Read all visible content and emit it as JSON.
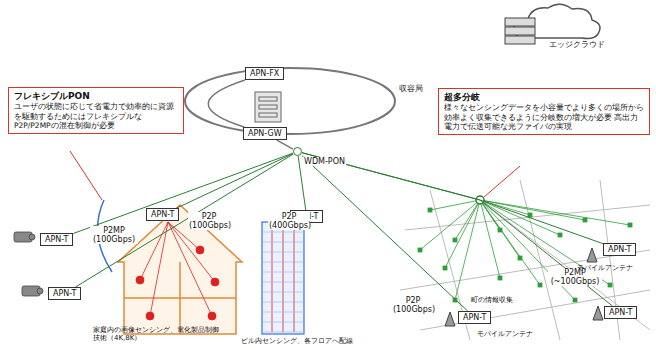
{
  "diagram": {
    "nodes": [
      {
        "text": [
          "フレキシブルPON",
          "ユーザの状態に応じて省電力で効率的に資源を駆動するためにはフレキシブルなP2P/P2MPの混在制御が必要"
        ]
      },
      {
        "text": [
          "APN-FX"
        ]
      },
      {
        "text": [
          "APN-GW"
        ]
      },
      {
        "text": [
          "WDM-PON"
        ]
      },
      {
        "text": [
          "超多分岐",
          "様々なセンシングデータを小容量でより多くの場所から効率よく収集できるように分岐数の増大が必要 高出力電力で伝送可能な光ファイバの実現"
        ]
      },
      {
        "text": [
          "APN-T"
        ]
      },
      {
        "text": [
          "APN-T"
        ]
      },
      {
        "text": [
          "APN-T"
        ]
      },
      {
        "text": [
          "APN-T"
        ]
      },
      {
        "text": [
          "APN-T"
        ]
      },
      {
        "text": [
          "APN-T"
        ]
      },
      {
        "text": [
          "APN-T"
        ]
      }
    ],
    "edges": [
      {
        "from": 1,
        "to": 2,
        "arrow": "none"
      },
      {
        "from": 2,
        "to": 3,
        "arrow": "none"
      },
      {
        "from": 3,
        "to": 5,
        "arrow": "none"
      },
      {
        "from": 3,
        "to": 6,
        "arrow": "none"
      },
      {
        "from": 3,
        "to": 7,
        "label": "P2P (100Gbps)",
        "arrow": "none"
      },
      {
        "from": 3,
        "to": 8,
        "label": "P2P (400Gbps)",
        "arrow": "none"
      },
      {
        "from": 3,
        "to": 9,
        "arrow": "none"
      },
      {
        "from": 3,
        "to": 10,
        "label": "P2P (100Gbps)",
        "arrow": "none"
      },
      {
        "from": 3,
        "to": 11,
        "arrow": "none"
      }
    ],
    "labels": [
      "エッジクラウド",
      "収容局",
      "P2MP (100Gbps)",
      "P2MP (~100Gbps)",
      "モバイルアンテナ",
      "モバイルアンテナ",
      "町の情報収集",
      "家庭内の画像センシング、電化製品制御技術（4K,8K）",
      "ビル内センシング、各フロアへ配線"
    ]
  }
}
